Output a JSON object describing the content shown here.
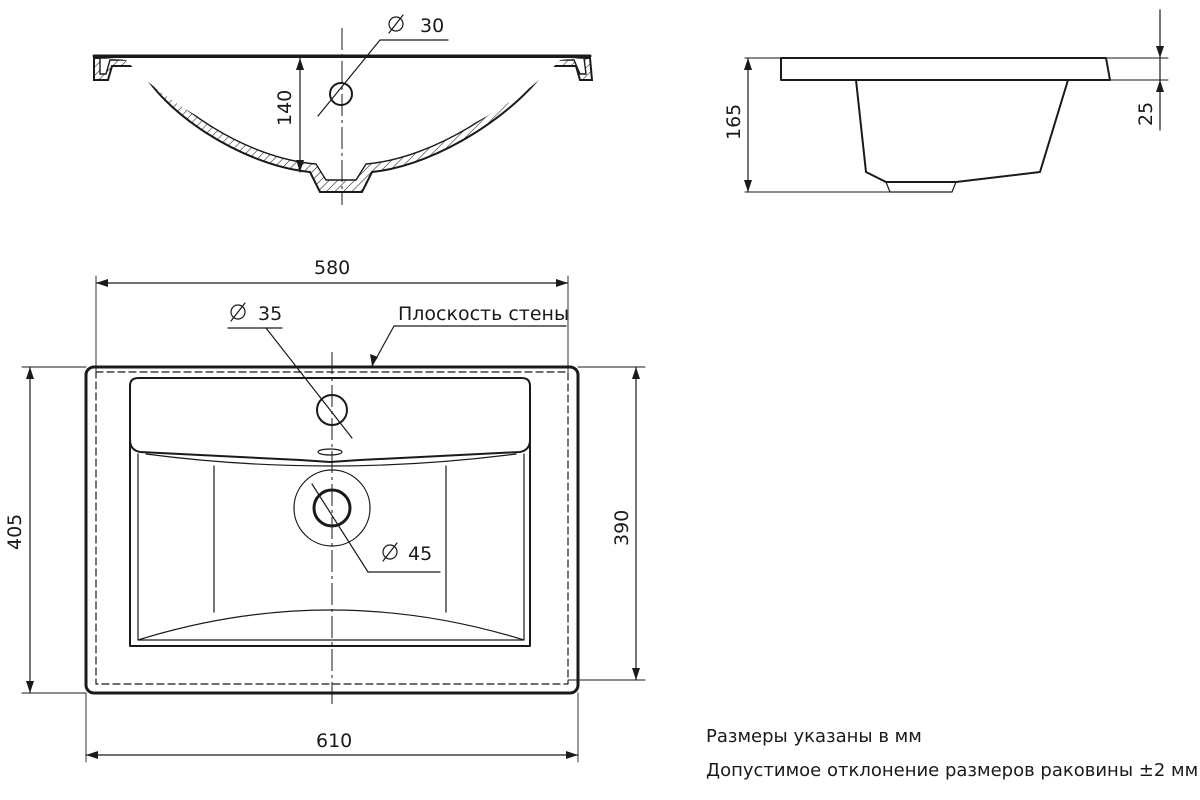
{
  "dimensions": {
    "hole_top_section": "30",
    "depth_bowl": "140",
    "total_height": "165",
    "rim_thickness": "25",
    "inner_width": "580",
    "tap_hole": "35",
    "wall_plane": "Плоскость стены",
    "total_depth": "405",
    "inner_depth": "390",
    "drain_hole": "45",
    "total_width": "610"
  },
  "notes": {
    "units": "Размеры указаны в мм",
    "tolerance": "Допустимое отклонение размеров раковины ±2 мм"
  }
}
